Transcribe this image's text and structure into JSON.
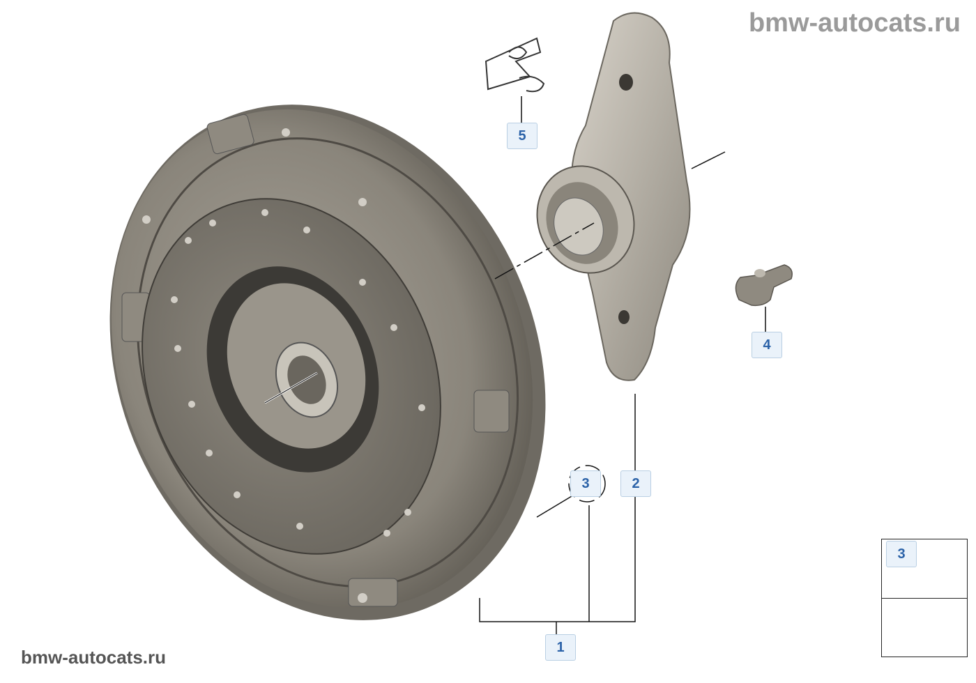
{
  "watermarks": {
    "top": "bmw-autocats.ru",
    "bottom": "bmw-autocats.ru"
  },
  "callouts": {
    "c1": "1",
    "c2": "2",
    "c3": "3",
    "c4": "4",
    "c5": "5",
    "legend": "3"
  },
  "colors": {
    "callout_text": "#2b62a8",
    "callout_bg": "#eaf2fa",
    "part_gray": "#8c887f",
    "part_light": "#bdb8ae",
    "watermark": "#9a9a9a"
  },
  "icons": [
    "clutch-pressure-plate",
    "release-bearing",
    "release-lever",
    "pivot-bolt",
    "spring-clip",
    "hex-socket-bolt",
    "car-direction-arrow"
  ]
}
